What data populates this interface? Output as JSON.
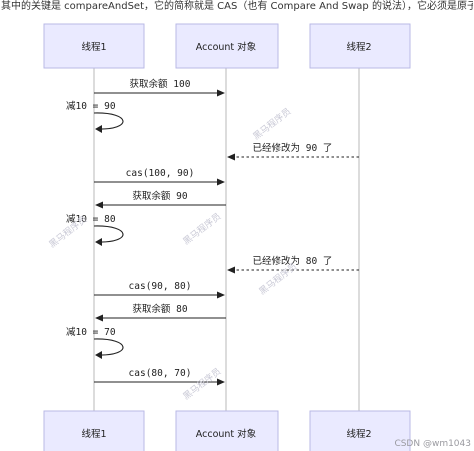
{
  "caption": "其中的关键是 compareAndSet，它的简称就是 CAS（也有 Compare And Swap 的说法），它必须是原子操作。",
  "actors": [
    {
      "id": "t1",
      "label": "线程1"
    },
    {
      "id": "acc",
      "label": "Account 对象"
    },
    {
      "id": "t2",
      "label": "线程2"
    }
  ],
  "messages": [
    {
      "kind": "arrow",
      "from": "t1",
      "to": "acc",
      "label": "获取余额 100",
      "style": "solid"
    },
    {
      "kind": "self",
      "actor": "t1",
      "label": "减10 = 90"
    },
    {
      "kind": "arrow",
      "from": "t2",
      "to": "acc",
      "label": "已经修改为 90 了",
      "style": "dashed"
    },
    {
      "kind": "arrow",
      "from": "t1",
      "to": "acc",
      "label": "cas(100, 90)",
      "style": "solid"
    },
    {
      "kind": "arrow",
      "from": "acc",
      "to": "t1",
      "label": "获取余额 90",
      "style": "solid"
    },
    {
      "kind": "self",
      "actor": "t1",
      "label": "减10 = 80"
    },
    {
      "kind": "arrow",
      "from": "t2",
      "to": "acc",
      "label": "已经修改为 80 了",
      "style": "dashed"
    },
    {
      "kind": "arrow",
      "from": "t1",
      "to": "acc",
      "label": "cas(90, 80)",
      "style": "solid"
    },
    {
      "kind": "arrow",
      "from": "acc",
      "to": "t1",
      "label": "获取余额 80",
      "style": "solid"
    },
    {
      "kind": "self",
      "actor": "t1",
      "label": "减10 = 70"
    },
    {
      "kind": "arrow",
      "from": "t1",
      "to": "acc",
      "label": "cas(80, 70)",
      "style": "solid"
    }
  ],
  "watermark": "黑马程序员",
  "credit": "CSDN @wm1043"
}
